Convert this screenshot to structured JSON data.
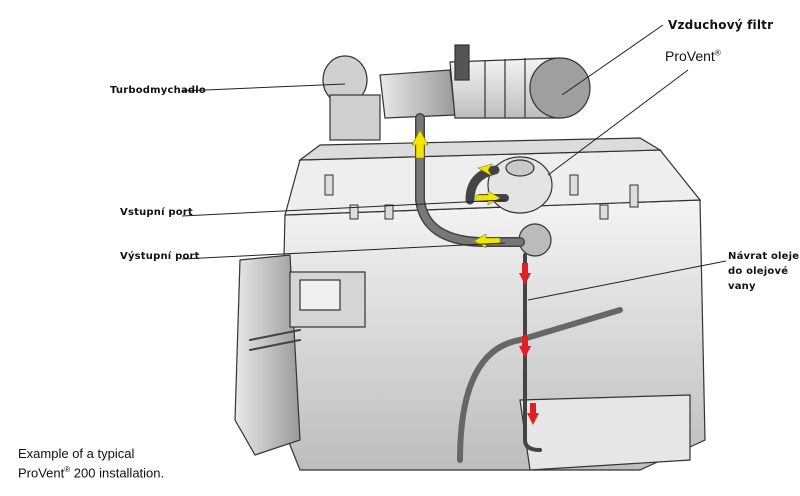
{
  "labels": {
    "turbo": "Turbodmychadlo",
    "air_filter": "Vzduchový filtr",
    "provent": "ProVent",
    "provent_mark": "®",
    "inlet_port": "Vstupní port",
    "outlet_port": "Výstupní port",
    "oil_return_1": "Návrat oleje",
    "oil_return_2": "do olejové",
    "oil_return_3": "vany"
  },
  "caption": {
    "line1": "Example of a typical",
    "line2_a": "ProVent",
    "line2_mark": "®",
    "line2_b": " 200 installation."
  },
  "colors": {
    "flow_air": "#f2e600",
    "flow_oil": "#e02020",
    "ink": "#222222"
  }
}
